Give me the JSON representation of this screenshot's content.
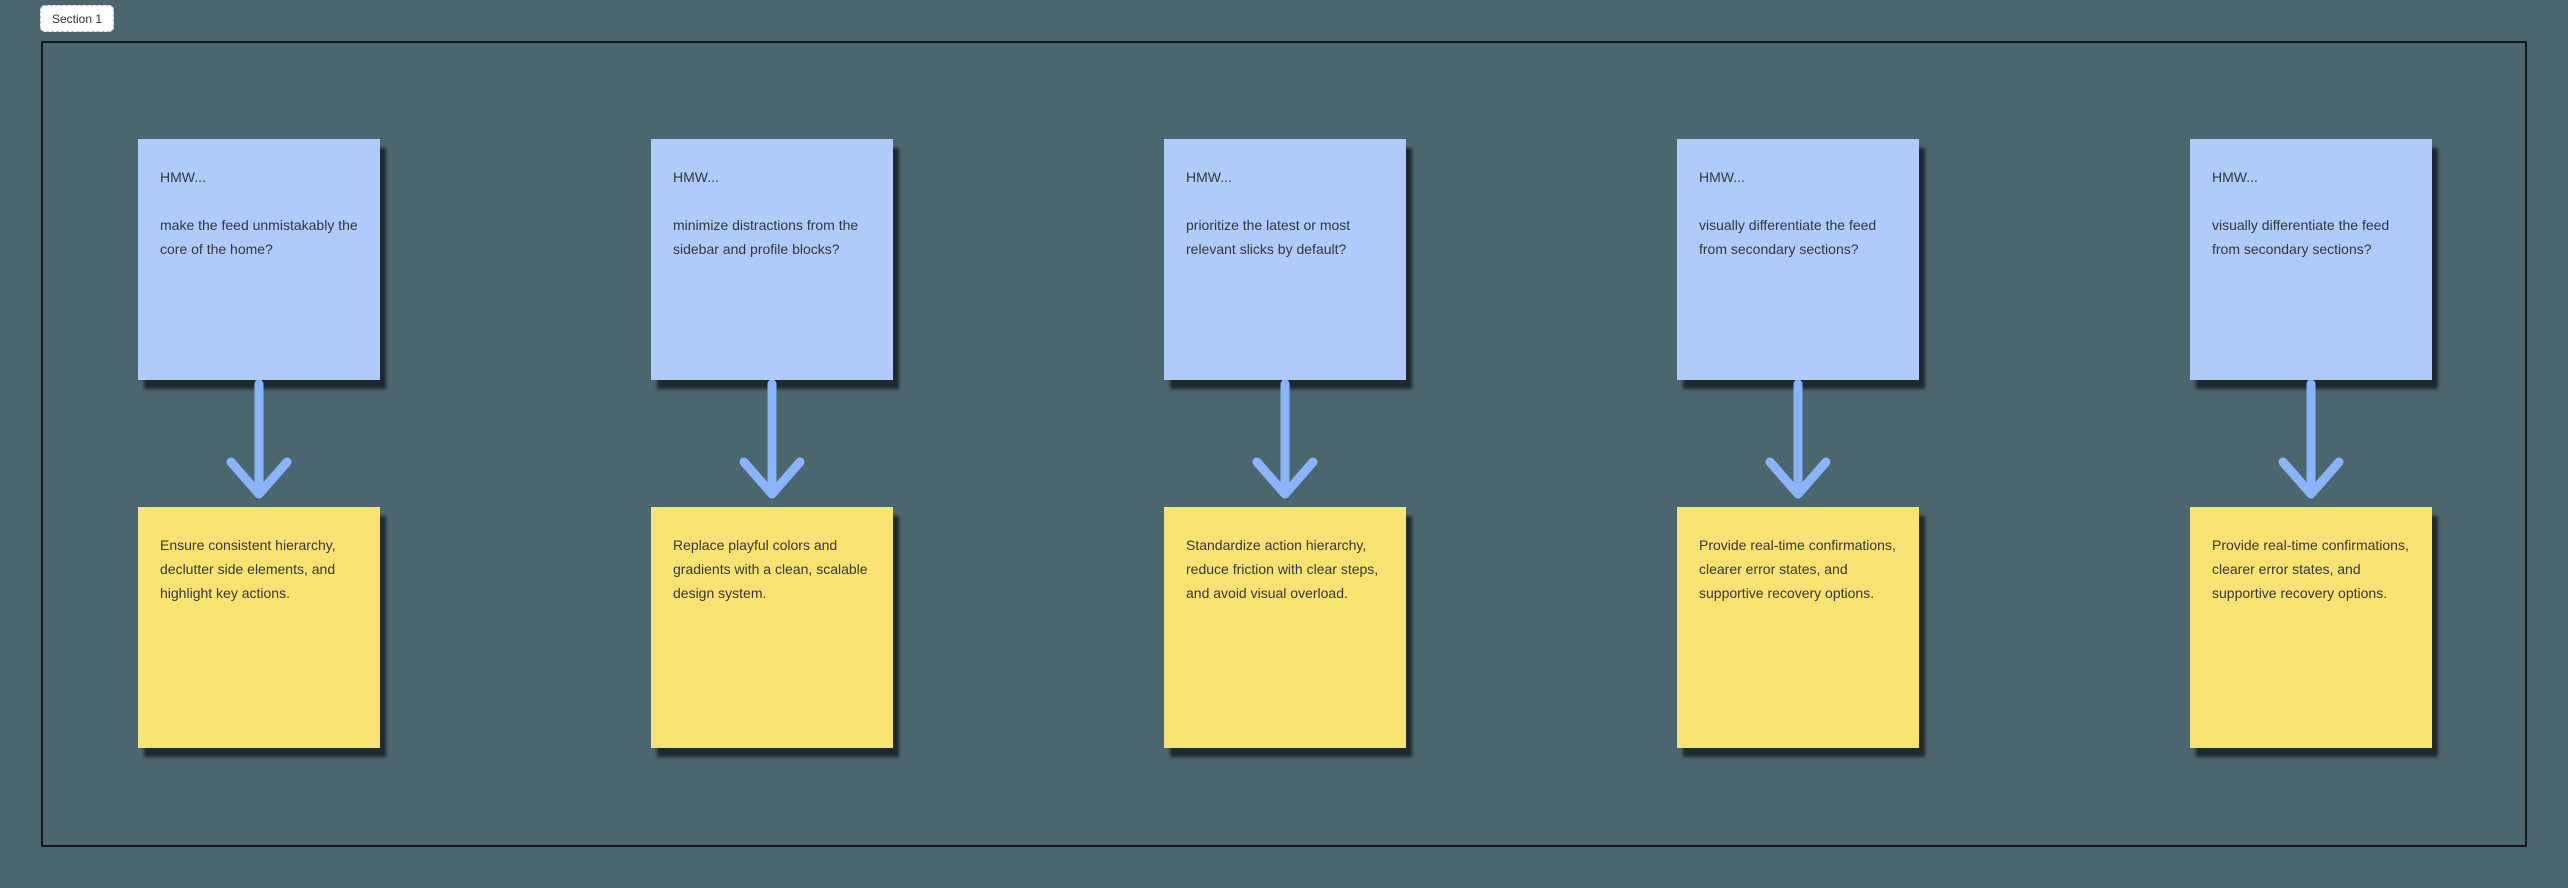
{
  "canvas": {
    "background_color": "#4C6670"
  },
  "section": {
    "label": "Section 1",
    "border_color": "#15191c"
  },
  "colors": {
    "note_blue": "#AECBFA",
    "note_yellow": "#F8E372",
    "arrow_blue": "#8AB4F8",
    "note_text": "#35383c"
  },
  "connector": {
    "type": "arrow-down"
  },
  "columns": [
    {
      "hmw": "HMW...",
      "question": "make the feed unmistakably the core of the home?",
      "solution": "Ensure consistent hierarchy, declutter side elements, and highlight key actions."
    },
    {
      "hmw": "HMW...",
      "question": "minimize distractions from the sidebar and profile blocks?",
      "solution": "Replace playful colors and gradients with a clean, scalable design system."
    },
    {
      "hmw": "HMW...",
      "question": "prioritize the latest or most relevant slicks by default?",
      "solution": "Standardize action hierarchy, reduce friction with clear steps, and avoid visual overload."
    },
    {
      "hmw": "HMW...",
      "question": "visually differentiate the feed from secondary sections?",
      "solution": "Provide real-time confirmations, clearer error states, and supportive recovery options."
    },
    {
      "hmw": "HMW...",
      "question": "visually differentiate the feed from secondary sections?",
      "solution": "Provide real-time confirmations, clearer error states, and supportive recovery options."
    }
  ]
}
